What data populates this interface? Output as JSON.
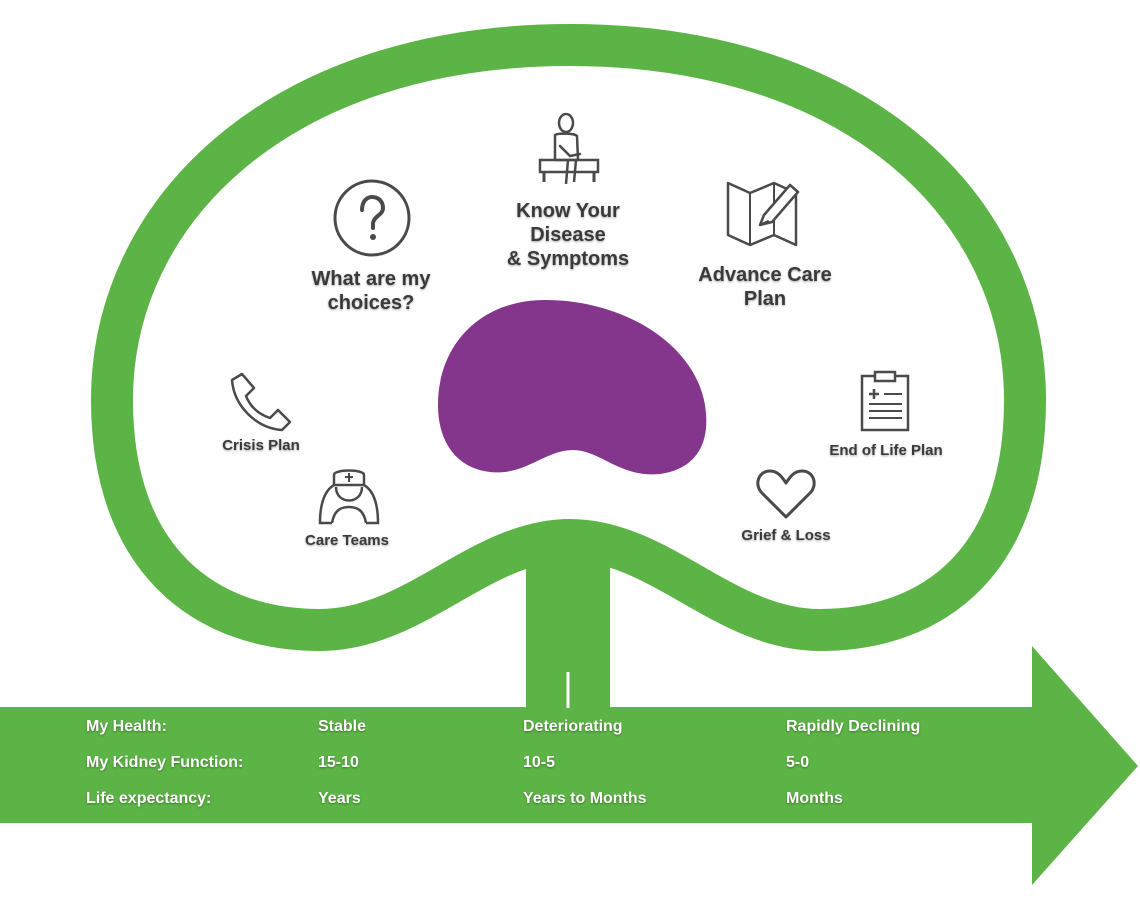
{
  "colors": {
    "kidney_outline": "#5db446",
    "kidney_center": "#84358c",
    "arrow": "#5db446",
    "icon_stroke": "#4a4a4a",
    "label_text": "#3a3a3a",
    "arrow_text": "#ffffff"
  },
  "topics": [
    {
      "id": "choices",
      "icon": "question-circle-icon",
      "label_lines": [
        "What are my",
        "choices?"
      ]
    },
    {
      "id": "disease",
      "icon": "patient-seated-icon",
      "label_lines": [
        "Know Your",
        "Disease",
        "& Symptoms"
      ]
    },
    {
      "id": "advance",
      "icon": "map-pencil-icon",
      "label_lines": [
        "Advance Care",
        "Plan"
      ]
    },
    {
      "id": "crisis",
      "icon": "phone-icon",
      "label_lines": [
        "Crisis Plan"
      ]
    },
    {
      "id": "care",
      "icon": "nurse-icon",
      "label_lines": [
        "Care Teams"
      ]
    },
    {
      "id": "endoflife",
      "icon": "clipboard-icon",
      "label_lines": [
        "End of Life Plan"
      ]
    },
    {
      "id": "grief",
      "icon": "heart-icon",
      "label_lines": [
        "Grief & Loss"
      ]
    }
  ],
  "timeline": {
    "rows": [
      {
        "header": "My Health:",
        "values": [
          "Stable",
          "Deteriorating",
          "Rapidly Declining"
        ]
      },
      {
        "header": "My Kidney Function:",
        "values": [
          "15-10",
          "10-5",
          "5-0"
        ]
      },
      {
        "header": "Life expectancy:",
        "values": [
          "Years",
          "Years to Months",
          "Months"
        ]
      }
    ]
  }
}
